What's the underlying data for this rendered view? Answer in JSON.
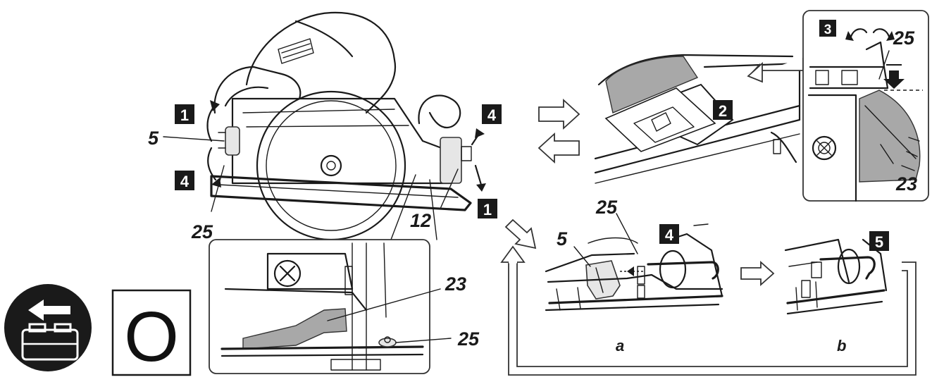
{
  "callouts": {
    "main_5": "5",
    "main_25": "25",
    "main_12": "12",
    "top_25": "25",
    "top_23": "23",
    "inset_23": "23",
    "inset_25": "25",
    "a_25": "25",
    "a_5": "5"
  },
  "steps": {
    "main_1_left": "1",
    "main_4_left": "4",
    "main_4_right": "4",
    "main_1_right": "1",
    "step_2": "2",
    "step_3": "3",
    "step_4": "4",
    "step_5": "5"
  },
  "sublabels": {
    "a": "a",
    "b": "b"
  },
  "position_symbol": "O",
  "icons": {
    "battery_remove": "battery-removal-icon"
  },
  "colors": {
    "badge_fill": "#1a1a1a",
    "highlight_grey": "#a8a8a8"
  }
}
